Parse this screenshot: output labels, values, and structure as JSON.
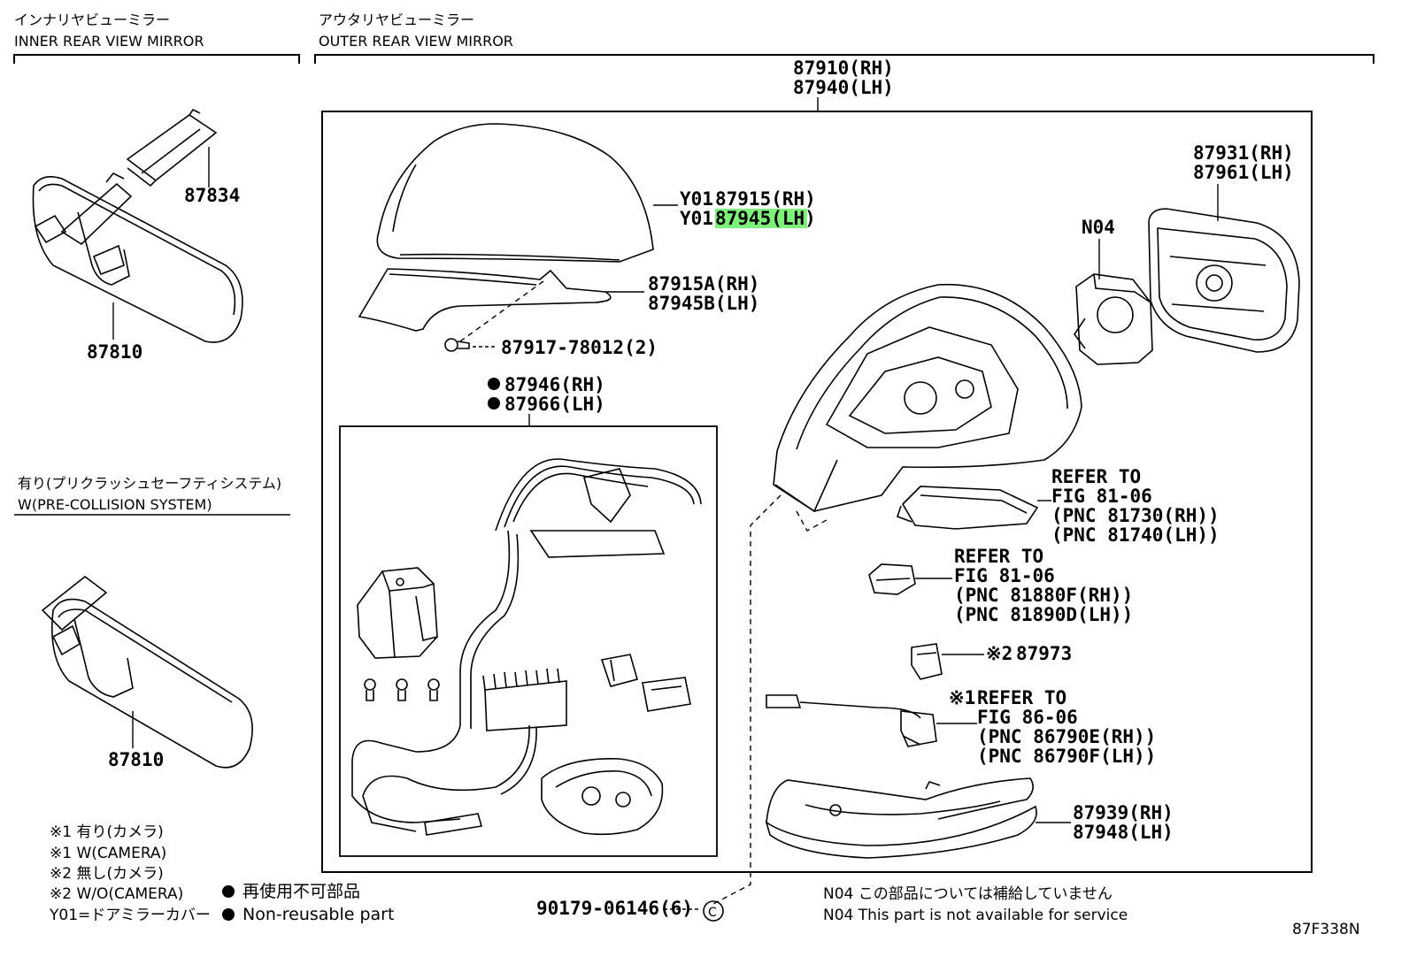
{
  "sections": {
    "inner_jp": "インナリヤビューミラー",
    "inner_en": "INNER REAR VIEW MIRROR",
    "outer_jp": "アウタリヤビューミラー",
    "outer_en": "OUTER REAR VIEW MIRROR",
    "precollision_jp": "有り(プリクラッシュセーフティシステム)",
    "precollision_en": "W(PRE-COLLISION SYSTEM)"
  },
  "parts": {
    "p87834": "87834",
    "p87810_top": "87810",
    "p87810_bottom": "87810",
    "assy_rh": "87910(RH)",
    "assy_lh": "87940(LH)",
    "cover_prefix_rh": "Y01",
    "cover_rh": "87915(RH)",
    "cover_prefix_lh": "Y01",
    "cover_lh": "87945(LH)",
    "lower_rh": "87915A(RH)",
    "lower_lh": "87945B(LH)",
    "screw": "87917-78012(2)",
    "harness_rh": "87946(RH)",
    "harness_lh": "87966(LH)",
    "glass_rh": "87931(RH)",
    "glass_lh": "87961(LH)",
    "n04": "N04",
    "p87973": "87973",
    "p87973_mark": "※2",
    "garnish_rh": "87939(RH)",
    "garnish_lh": "87948(LH)",
    "clip": "90179-06146(6)",
    "clip_symbol": "C"
  },
  "refs": {
    "ref1": [
      "REFER TO",
      "FIG 81-06",
      "(PNC 81730(RH))",
      "(PNC 81740(LH))"
    ],
    "ref2": [
      "REFER TO",
      "FIG 81-06",
      "(PNC 81880F(RH))",
      "(PNC 81890D(LH))"
    ],
    "ref3_mark": "※1",
    "ref3": [
      "REFER TO",
      "FIG 86-06",
      "(PNC 86790E(RH))",
      "(PNC 86790F(LH))"
    ]
  },
  "legend": {
    "l1": "※1 有り(カメラ)",
    "l2": "※1 W(CAMERA)",
    "l3": "※2 無し(カメラ)",
    "l4": "※2 W/O(CAMERA)",
    "l5": "Y01=ドアミラーカバー",
    "nr_jp": "再使用不可部品",
    "nr_en": "Non-reusable part",
    "n04_jp": "N04 この部品については補給していません",
    "n04_en": "N04 This part is not available for service"
  },
  "figure_id": "87F338N",
  "highlight_color": "#7CF27A"
}
